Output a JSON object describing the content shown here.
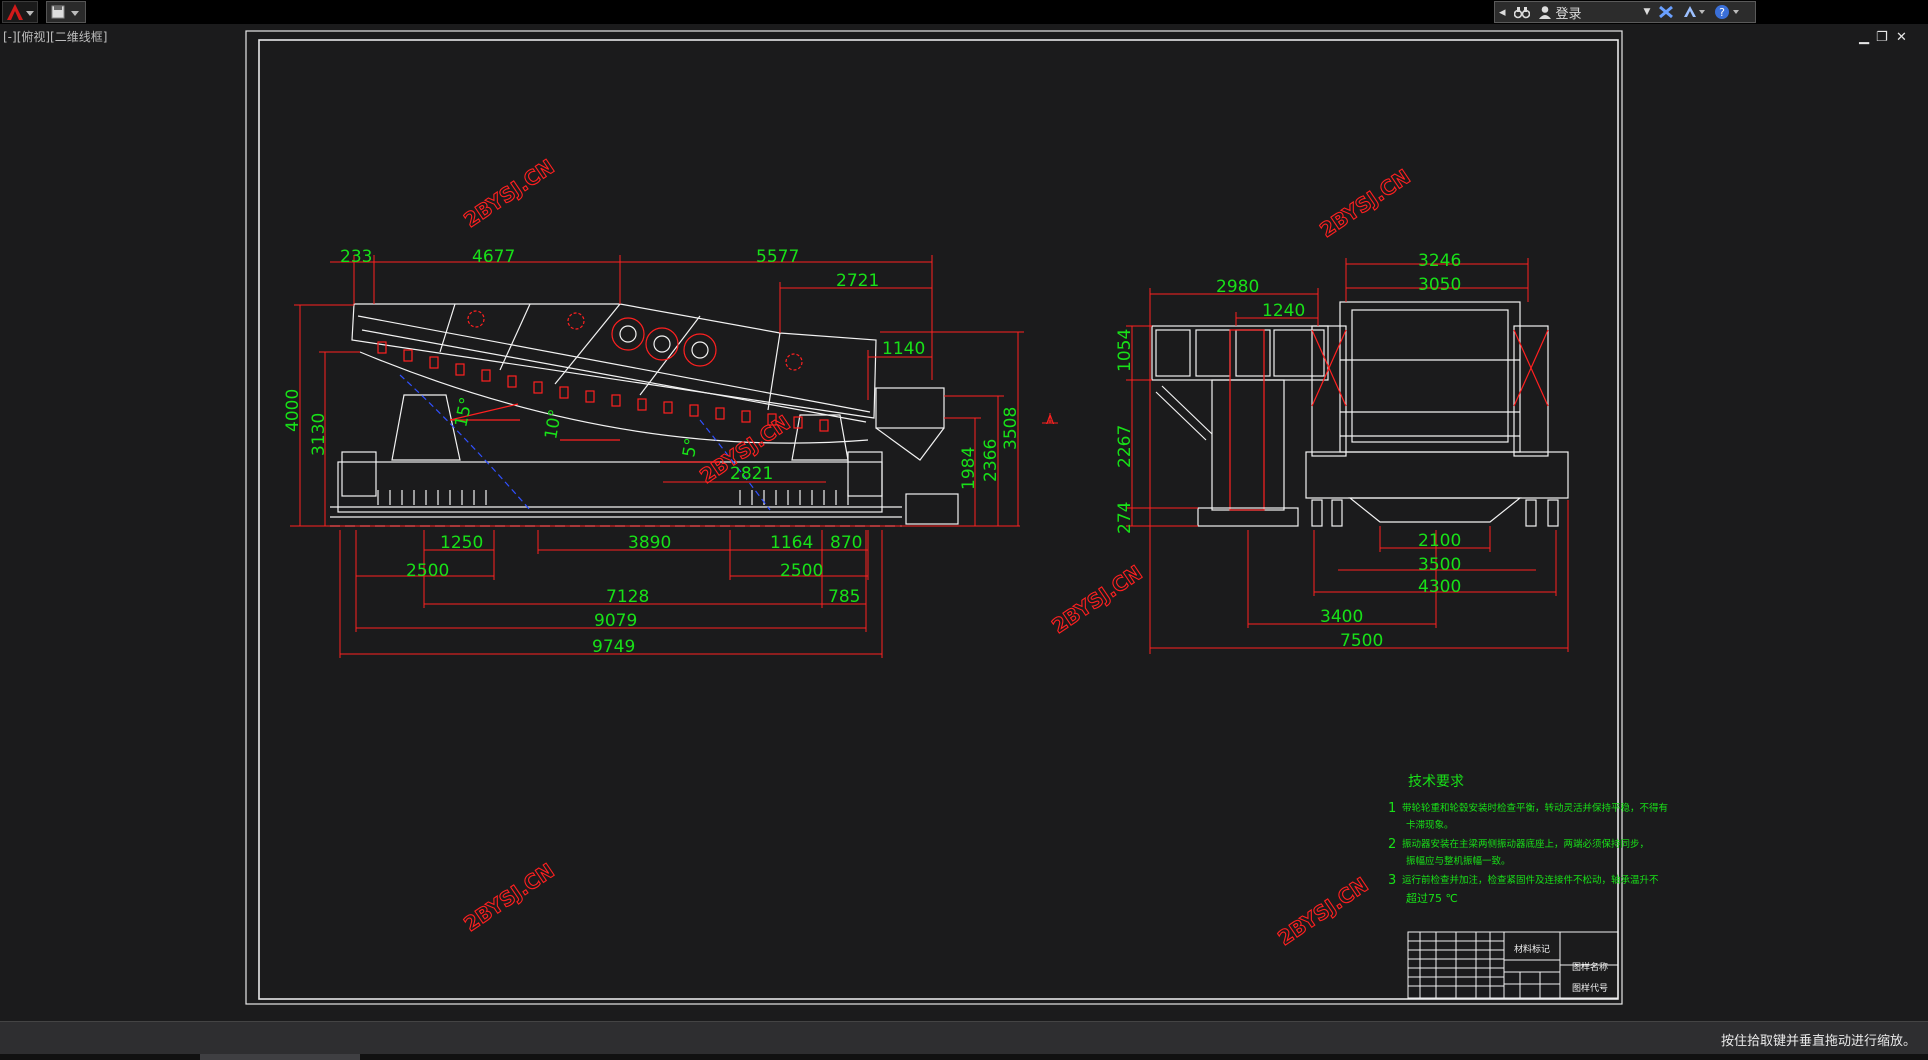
{
  "toolbar": {
    "login_label": "登录"
  },
  "viewport": {
    "label": "[-][俯视][二维线框]"
  },
  "drawing": {
    "watermark": "2BYSJ.CN",
    "section_marker": "A",
    "front_view": {
      "dims": [
        "233",
        "4677",
        "5577",
        "2721",
        "1140",
        "4000",
        "3130",
        "15°",
        "10°",
        "5°",
        "2821",
        "1984",
        "2366",
        "3508",
        "1250",
        "3890",
        "1164",
        "870",
        "2500",
        "2500",
        "7128",
        "785",
        "9079",
        "9749"
      ]
    },
    "side_view": {
      "dims": [
        "3246",
        "3050",
        "2980",
        "1240",
        "1054",
        "2267",
        "274",
        "2100",
        "3500",
        "4300",
        "3400",
        "7500"
      ]
    },
    "tech_requirements": {
      "title": "技术要求",
      "items": [
        {
          "num": "1",
          "lines": [
            "带轮轮重和轮毂安装时检查平衡，转动灵活并保持平稳，不得有",
            "卡滞现象。"
          ]
        },
        {
          "num": "2",
          "lines": [
            "振动器安装在主梁两侧振动器底座上，两端必须保持同步，",
            "振幅应与整机振幅一致。"
          ]
        },
        {
          "num": "3",
          "lines": [
            "运行前检查并加注，检查紧固件及连接件不松动，轴承温升不",
            "超过75 ℃"
          ]
        }
      ]
    },
    "title_block": {
      "material": "材料标记",
      "name_label": "图样名称",
      "code_label": "图样代号"
    }
  },
  "statusbar": {
    "message": "按住拾取键并垂直拖动进行缩放。"
  },
  "colors": {
    "red": "#ff2020",
    "green": "#18e018",
    "white": "#f2f2f2",
    "blue": "#3050ff",
    "background": "#1b1b1c"
  }
}
